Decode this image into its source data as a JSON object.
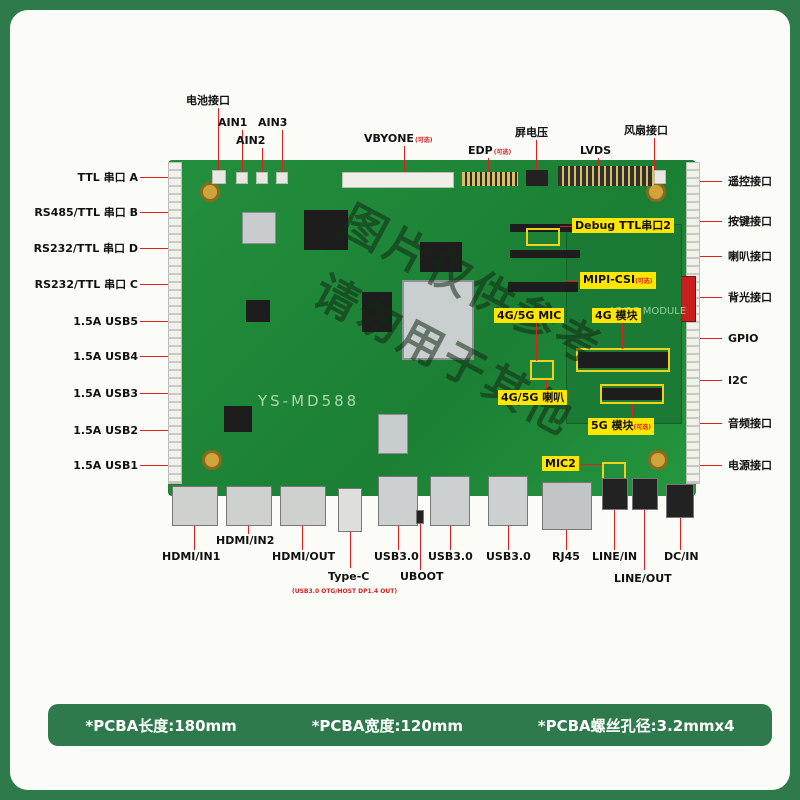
{
  "board": {
    "model_text": "YS-MD588",
    "module_text": "4G/5G MODULE",
    "watermark_line1": "图片仅供参考",
    "watermark_line2": "请勿用于其他"
  },
  "labels_left": [
    "TTL 串口 A",
    "RS485/TTL 串口 B",
    "RS232/TTL 串口 D",
    "RS232/TTL 串口 C",
    "1.5A USB5",
    "1.5A USB4",
    "1.5A USB3",
    "1.5A USB2",
    "1.5A USB1"
  ],
  "labels_right": [
    "遥控接口",
    "按键接口",
    "喇叭接口",
    "背光接口",
    "GPIO",
    "I2C",
    "音频接口",
    "电源接口"
  ],
  "labels_top": {
    "battery": "电池接口",
    "ain1": "AIN1",
    "ain2": "AIN2",
    "ain3": "AIN3",
    "vbyone": "VBYONE",
    "vbyone_note": "(可选)",
    "edp": "EDP",
    "edp_note": "(可选)",
    "screen_voltage": "屏电压",
    "lvds": "LVDS",
    "fan": "风扇接口"
  },
  "labels_bottom": {
    "hdmi_in1": "HDMI/IN1",
    "hdmi_in2": "HDMI/IN2",
    "hdmi_out": "HDMI/OUT",
    "type_c": "Type-C",
    "type_c_note": "(USB3.0 OTG/HOST DP1.4 OUT)",
    "usb30_1": "USB3.0",
    "uboot": "UBOOT",
    "usb30_2": "USB3.0",
    "usb30_3": "USB3.0",
    "rj45": "RJ45",
    "line_in": "LINE/IN",
    "line_out": "LINE/OUT",
    "dc_in": "DC/IN"
  },
  "tags": {
    "debug": "Debug TTL串口2",
    "mipi": "MIPI-CSI",
    "mipi_note": "(可选)",
    "mic_4g5g": "4G/5G MIC",
    "module_4g": "4G 模块",
    "speaker_4g5g": "4G/5G 喇叭",
    "module_5g": "5G 模块",
    "module_5g_note": "(可选)",
    "mic2": "MIC2"
  },
  "footer": {
    "length": "*PCBA长度:180mm",
    "width": "*PCBA宽度:120mm",
    "hole": "*PCBA螺丝孔径:3.2mmx4"
  },
  "colors": {
    "pcb": "#1f8a3a",
    "accent_green": "#2f7a4c",
    "label_tag": "#ffe600",
    "leader_line": "#e02020"
  }
}
